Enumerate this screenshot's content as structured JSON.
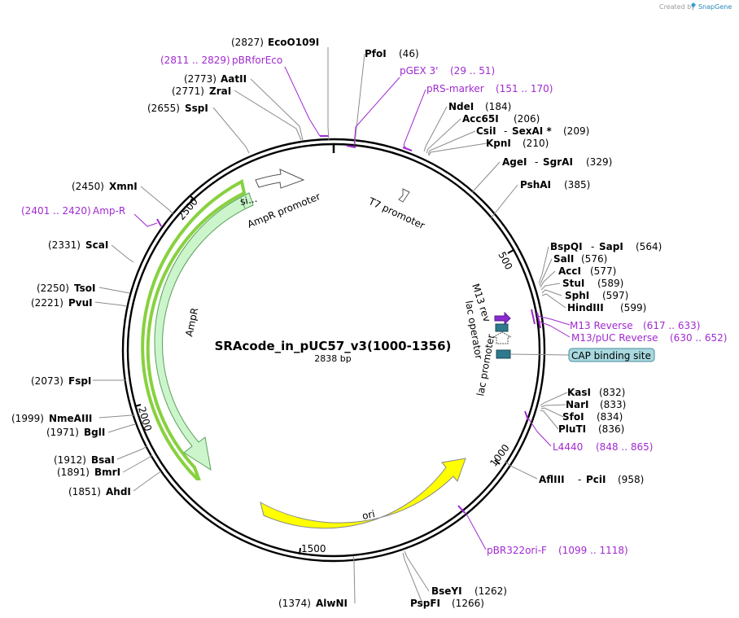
{
  "credit": "Created by",
  "brand": "SnapGene",
  "plasmid": {
    "name": "SRAcode_in_pUC57_v3(1000-1356)",
    "length_label": "2838 bp",
    "length": 2838
  },
  "ticks": [
    "500",
    "1000",
    "1500",
    "2000",
    "2500"
  ],
  "features": {
    "ampr": "AmpR",
    "ampr_promoter": "AmpR promoter",
    "signal": "si...",
    "t7_promoter": "T7 promoter",
    "ori": "ori",
    "m13_rev": "M13 rev",
    "lac_operator": "lac operator",
    "lac_promoter": "lac promoter",
    "cap": "CAP binding site"
  },
  "sites": [
    {
      "name": "EcoO109I",
      "pos": "(2827)"
    },
    {
      "name": "PfoI",
      "pos": "(46)"
    },
    {
      "name": "AatII",
      "pos": "(2773)"
    },
    {
      "name": "ZraI",
      "pos": "(2771)"
    },
    {
      "name": "SspI",
      "pos": "(2655)"
    },
    {
      "name": "NdeI",
      "pos": "(184)"
    },
    {
      "name": "Acc65I",
      "pos": "(206)"
    },
    {
      "name": "CsiI",
      "sep": "-",
      "name2": "SexAI *",
      "pos": "(209)"
    },
    {
      "name": "KpnI",
      "pos": "(210)"
    },
    {
      "name": "AgeI",
      "sep": "-",
      "name2": "SgrAI",
      "pos": "(329)"
    },
    {
      "name": "PshAI",
      "pos": "(385)"
    },
    {
      "name": "XmnI",
      "pos": "(2450)"
    },
    {
      "name": "ScaI",
      "pos": "(2331)"
    },
    {
      "name": "TsoI",
      "pos": "(2250)"
    },
    {
      "name": "PvuI",
      "pos": "(2221)"
    },
    {
      "name": "BspQI",
      "sep": "-",
      "name2": "SapI",
      "pos": "(564)"
    },
    {
      "name": "SalI",
      "pos": "(576)"
    },
    {
      "name": "AccI",
      "pos": "(577)"
    },
    {
      "name": "StuI",
      "pos": "(589)"
    },
    {
      "name": "SphI",
      "pos": "(597)"
    },
    {
      "name": "HindIII",
      "pos": "(599)"
    },
    {
      "name": "FspI",
      "pos": "(2073)"
    },
    {
      "name": "NmeAIII",
      "pos": "(1999)"
    },
    {
      "name": "BglI",
      "pos": "(1971)"
    },
    {
      "name": "BsaI",
      "pos": "(1912)"
    },
    {
      "name": "BmrI",
      "pos": "(1891)"
    },
    {
      "name": "AhdI",
      "pos": "(1851)"
    },
    {
      "name": "KasI",
      "pos": "(832)"
    },
    {
      "name": "NarI",
      "pos": "(833)"
    },
    {
      "name": "SfoI",
      "pos": "(834)"
    },
    {
      "name": "PluTI",
      "pos": "(836)"
    },
    {
      "name": "AflIII",
      "sep": "-",
      "name2": "PciI",
      "pos": "(958)"
    },
    {
      "name": "BseYI",
      "pos": "(1262)"
    },
    {
      "name": "PspFI",
      "pos": "(1266)"
    },
    {
      "name": "AlwNI",
      "pos": "(1374)"
    }
  ],
  "primers": [
    {
      "range": "(2811 .. 2829)",
      "name": "pBRforEco"
    },
    {
      "name": "pGEX 3'",
      "range": "(29 .. 51)"
    },
    {
      "name": "pRS-marker",
      "range": "(151 .. 170)"
    },
    {
      "range": "(2401 .. 2420)",
      "name": "Amp-R"
    },
    {
      "name": "M13 Reverse",
      "range": "(617 .. 633)"
    },
    {
      "name": "M13/pUC Reverse",
      "range": "(630 .. 652)"
    },
    {
      "name": "L4440",
      "range": "(848 .. 865)"
    },
    {
      "name": "pBR322ori-F",
      "range": "(1099 .. 1118)"
    }
  ],
  "colors": {
    "purple": "#a02ad0",
    "ampr_fill": "#ccf5cc",
    "ampr_stroke": "#5aa05a",
    "ampr_highlight": "#7acc2a",
    "ori_fill": "#ffff00",
    "teal": "#2e7a8c",
    "cap_fill": "#a8d8e0",
    "m13_fill": "#8a2ad0"
  }
}
